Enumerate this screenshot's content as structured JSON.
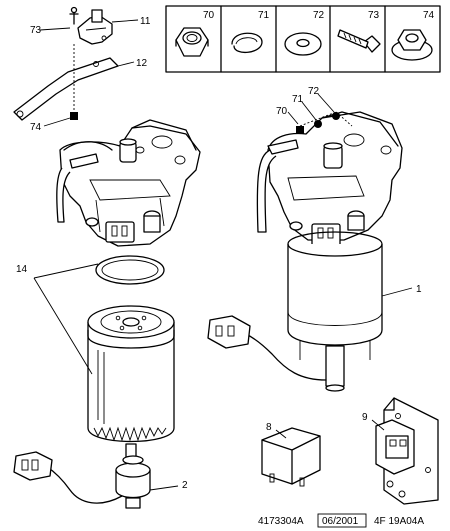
{
  "parts_box": {
    "labels": [
      "70",
      "71",
      "72",
      "73",
      "74"
    ]
  },
  "callouts": {
    "c73_top": "73",
    "c11": "11",
    "c12": "12",
    "c74_left": "74",
    "c70": "70",
    "c71": "71",
    "c72": "72",
    "c14": "14",
    "c1": "1",
    "c8": "8",
    "c9": "9",
    "c2": "2"
  },
  "footer": {
    "ref": "4173304A",
    "date": "06/2001",
    "code": "4F 19A04A"
  },
  "icons": [
    "nut-icon",
    "spring-washer-icon",
    "flat-washer-icon",
    "bolt-icon",
    "flange-nut-icon"
  ]
}
